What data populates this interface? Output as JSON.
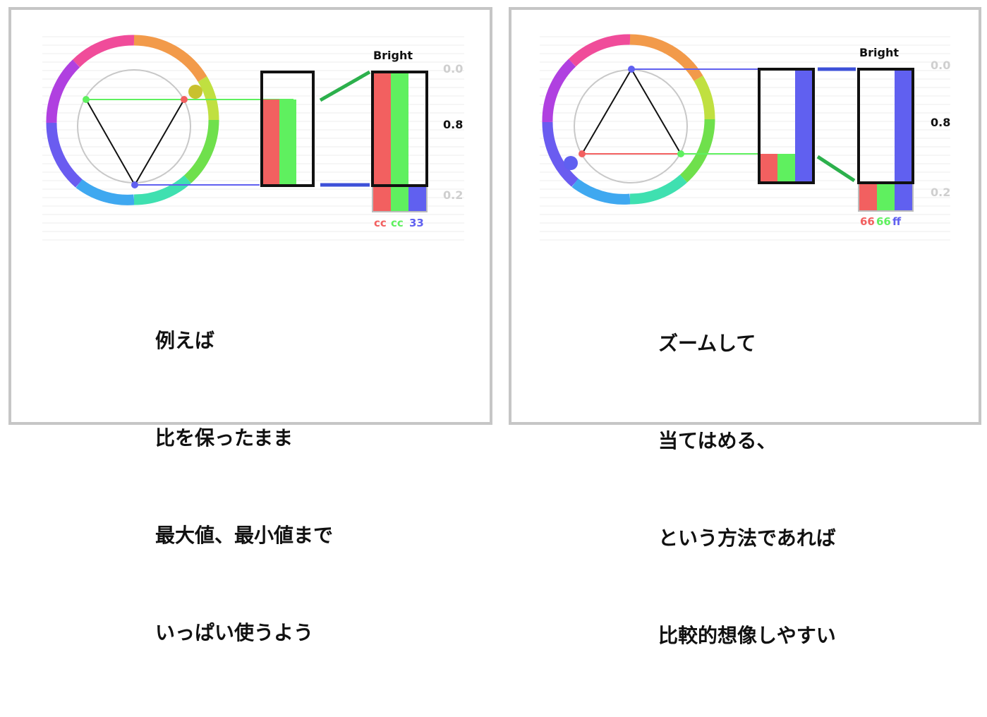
{
  "panels": [
    {
      "id": "left",
      "label_bright": "Bright",
      "axis_labels": {
        "top": "0.0",
        "mid": "0.8",
        "bottom": "0.2"
      },
      "hex": {
        "r": "cc",
        "g": "cc",
        "b": "33"
      },
      "dot_color": "#c9c12e",
      "caption": [
        "例えば",
        "比を保ったまま",
        "最大値、最小値まで",
        "いっぱい使うよう"
      ]
    },
    {
      "id": "right",
      "label_bright": "Bright",
      "axis_labels": {
        "top": "0.0",
        "mid": "0.8",
        "bottom": "0.2"
      },
      "hex": {
        "r": "66",
        "g": "66",
        "b": "ff"
      },
      "dot_color": "#6060f0",
      "caption": [
        "ズームして",
        "当てはめる、",
        "という方法であれば",
        "比較的想像しやすい"
      ]
    }
  ],
  "colors": {
    "red": "#f26060",
    "green": "#5ff05f",
    "blue": "#6060f0",
    "grey": "#c8c8c8",
    "link_green": "#2cb04c",
    "link_blue": "#3d50d8"
  }
}
